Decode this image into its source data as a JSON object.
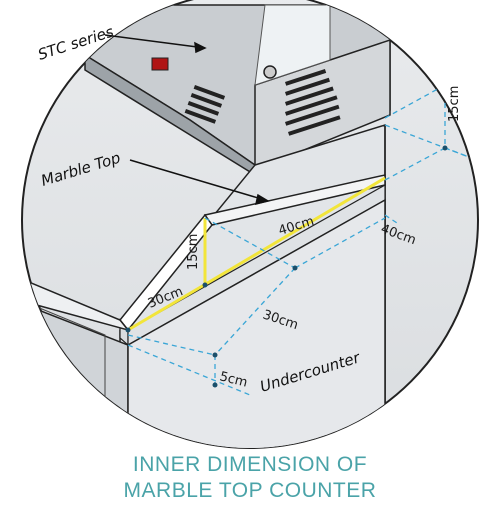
{
  "labels": {
    "stc_series": "STC series",
    "marble_top": "Marble Top",
    "undercounter": "Undercounter"
  },
  "dimensions": {
    "top_15": "15cm",
    "depth_40_right": "40cm",
    "length_40_top": "40cm",
    "height_15_mid": "15cm",
    "width_30_left": "30cm",
    "depth_30_diag": "30cm",
    "height_5": "5cm"
  },
  "caption": {
    "line1": "INNER DIMENSION OF",
    "line2": "MARBLE TOP COUNTER"
  },
  "colors": {
    "accent_teal": "#4aa3a8",
    "dimension_line": "#3aa6d6",
    "highlight_yellow": "#f2e53a"
  }
}
